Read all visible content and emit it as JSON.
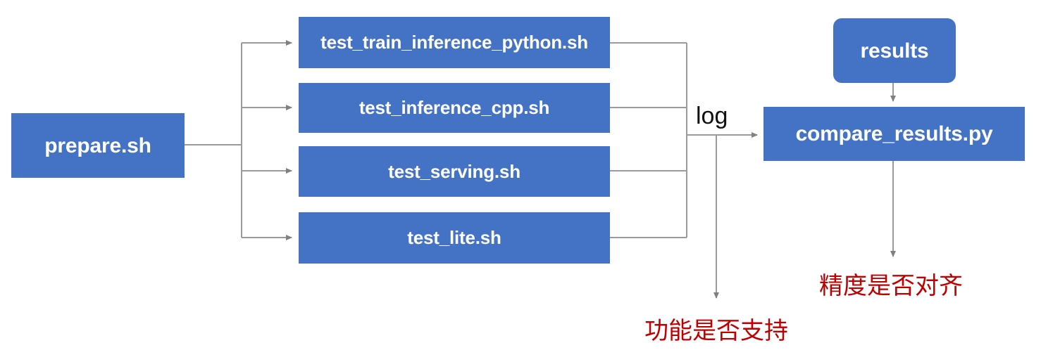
{
  "diagram": {
    "title": "paddle test tipc flow",
    "colors": {
      "node_fill": "#4472C4",
      "node_text": "#FFFFFF",
      "edge": "#808080",
      "warning_text": "#C00000",
      "background": "#FFFFFF"
    },
    "nodes": {
      "prepare": {
        "label": "prepare.sh",
        "shape": "rect"
      },
      "test_train_inference_python": {
        "label": "test_train_inference_python.sh",
        "shape": "rect"
      },
      "test_inference_cpp": {
        "label": "test_inference_cpp.sh",
        "shape": "rect"
      },
      "test_serving": {
        "label": "test_serving.sh",
        "shape": "rect"
      },
      "test_lite": {
        "label": "test_lite.sh",
        "shape": "rect"
      },
      "results": {
        "label": "results",
        "shape": "rounded-rect"
      },
      "compare_results": {
        "label": "compare_results.py",
        "shape": "rect"
      }
    },
    "edge_labels": {
      "log": "log"
    },
    "outcome_labels": {
      "function_supported": "功能是否支持",
      "precision_aligned": "精度是否对齐"
    }
  }
}
